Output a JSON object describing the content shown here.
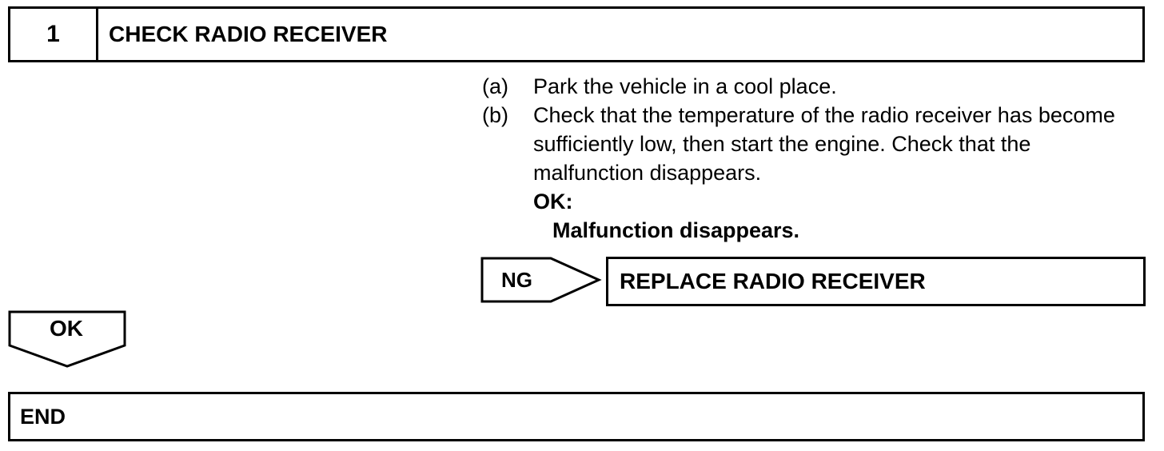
{
  "step": {
    "number": "1",
    "title": "CHECK RADIO RECEIVER"
  },
  "instructions": [
    {
      "letter": "(a)",
      "text": "Park the vehicle in a cool place."
    },
    {
      "letter": "(b)",
      "text": "Check that the temperature of the radio receiver has become sufficiently low, then start the engine. Check that the malfunction disappears."
    }
  ],
  "result": {
    "ok_label": "OK:",
    "ok_detail": "Malfunction disappears."
  },
  "ng_branch": {
    "label": "NG",
    "action": "REPLACE RADIO RECEIVER"
  },
  "ok_branch": {
    "label": "OK"
  },
  "end": {
    "label": "END"
  }
}
